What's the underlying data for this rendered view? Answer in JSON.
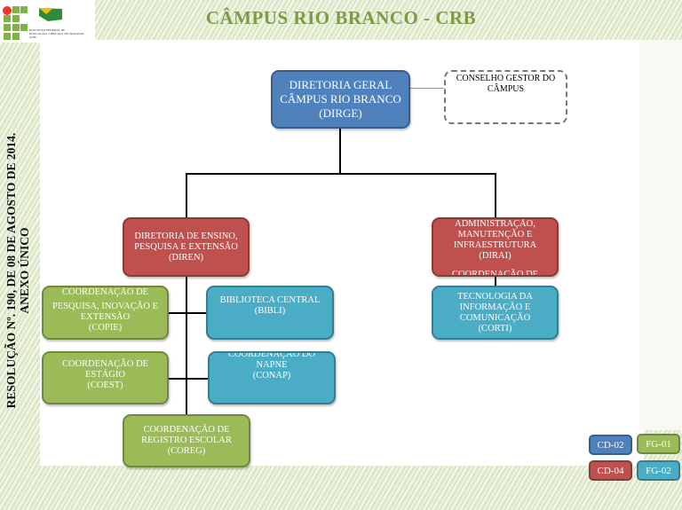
{
  "header": {
    "title": "CÂMPUS RIO BRANCO - CRB",
    "logo_text": "INSTITUTO FEDERAL DE EDUCAÇÃO, CIÊNCIA E TECNOLOGIA ACRE"
  },
  "side_note": {
    "line1": "RESOLUÇÃO Nº. 190, DE 08 DE AGOSTO DE 2014.",
    "line2": "ANEXO ÚNICO"
  },
  "colors": {
    "CD-02": "#4f81bd",
    "CD-04": "#c0504d",
    "FG-01": "#9bbb59",
    "FG-02": "#4bacc6",
    "title": "#7f9a45"
  },
  "org": {
    "dirge": {
      "l1": "DIRETORIA GERAL",
      "l2": "CÂMPUS RIO BRANCO",
      "l3": "(DIRGE)"
    },
    "conselho": {
      "l1": "CONSELHO GESTOR DO",
      "l2": "CÂMPUS"
    },
    "diren": {
      "l1": "DIRETORIA DE ENSINO,",
      "l2": "PESQUISA E EXTENSÃO",
      "l3": "(DIREN)"
    },
    "dirai": {
      "l1": "ADMINISTRAÇÃO,",
      "l2": "MANUTENÇÃO E",
      "l3": "INFRAESTRUTURA",
      "l4": "(DIRAI)",
      "l5": "COORDENAÇÃO DE"
    },
    "copie": {
      "l1": "COORDENAÇÃO DE",
      "l2": "PESQUISA, INOVAÇÃO E",
      "l3": "EXTENSÃO",
      "l4": "(COPIE)"
    },
    "bibli": {
      "l1": "BIBLIOTECA CENTRAL",
      "l2": "(BIBLI)"
    },
    "coest": {
      "l1": "COORDENAÇÃO DE",
      "l2": "ESTÁGIO",
      "l3": "(COEST)"
    },
    "conap": {
      "l1": "COORDENAÇÃO DO",
      "l2": "NAPNE",
      "l3": "(CONAP)"
    },
    "coreg": {
      "l1": "COORDENAÇÃO DE",
      "l2": "REGISTRO ESCOLAR",
      "l3": "(COREG)"
    },
    "corti": {
      "l1": "TECNOLOGIA DA",
      "l2": "INFORMAÇÃO E",
      "l3": "COMUNICAÇÃO",
      "l4": "(CORTI)"
    }
  },
  "legend": [
    {
      "label": "CD-02"
    },
    {
      "label": "FG-01"
    },
    {
      "label": "CD-04"
    },
    {
      "label": "FG-02"
    }
  ]
}
